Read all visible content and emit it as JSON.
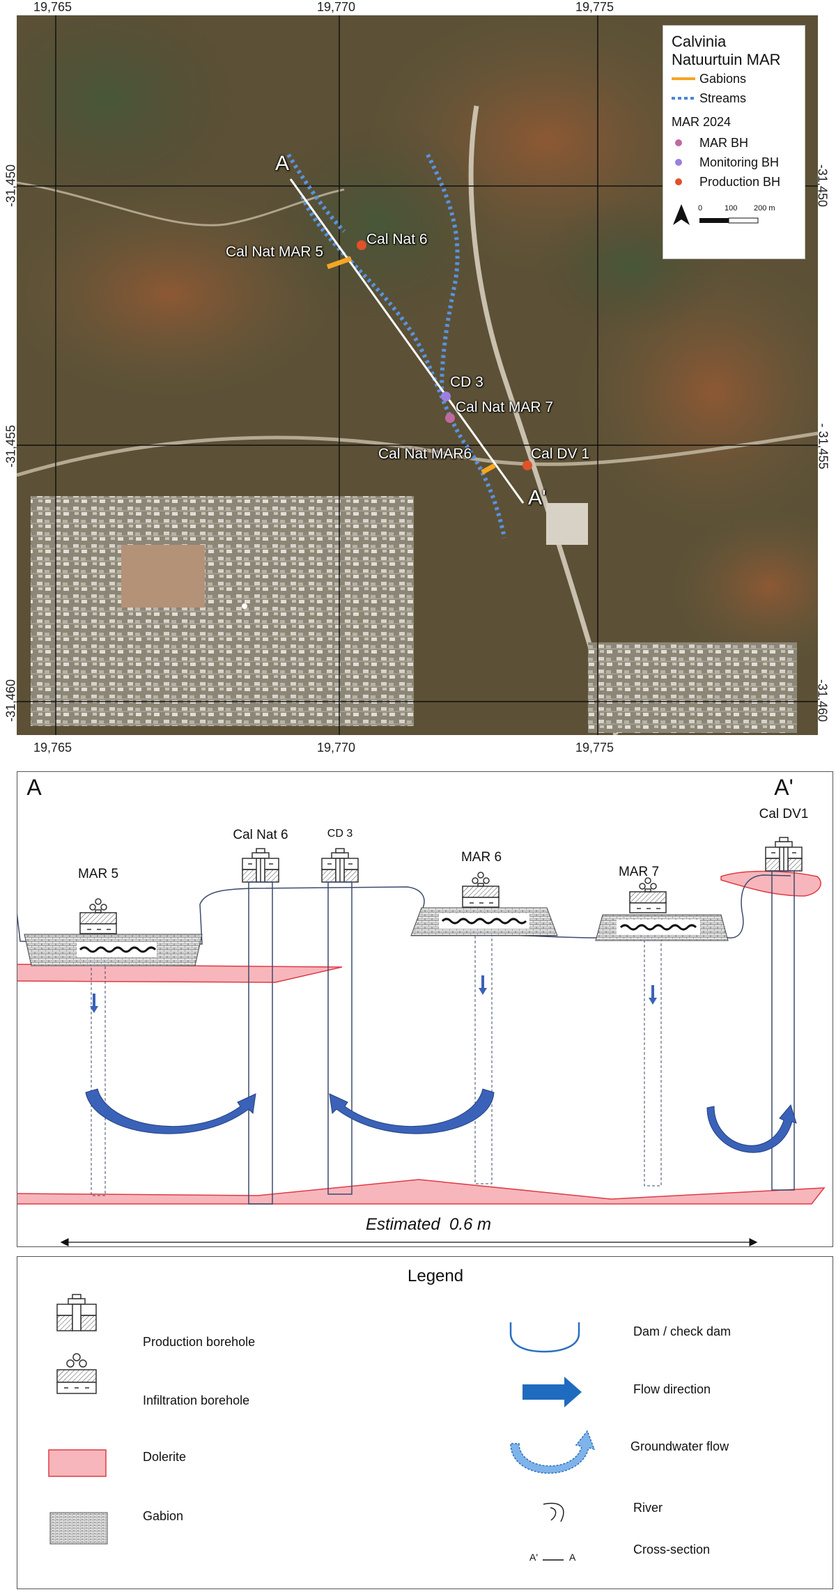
{
  "map": {
    "top_x_ticks": [
      "19,765",
      "19,770",
      "19,775"
    ],
    "bottom_x_ticks": [
      "19,765",
      "19,770",
      "19,775"
    ],
    "left_y_ticks": [
      "-31,450",
      "-31,455",
      "-31,460"
    ],
    "right_y_ticks": [
      "-31,450",
      "- 31,455",
      "-31,460"
    ],
    "section_start": "A",
    "section_end": "A'",
    "sites": [
      {
        "label": "Cal Nat 6",
        "kind": "production"
      },
      {
        "label": "Cal Nat MAR 5",
        "kind": "gabion"
      },
      {
        "label": "CD 3",
        "kind": "monitoring"
      },
      {
        "label": "Cal Nat MAR 7",
        "kind": "mar"
      },
      {
        "label": "Cal Nat MAR6",
        "kind": "gabion"
      },
      {
        "label": "Cal DV 1",
        "kind": "production"
      }
    ],
    "legend": {
      "title_line1": "Calvinia",
      "title_line2": "Natuurtuin MAR",
      "gabions": "Gabions",
      "streams": "Streams",
      "group_header": "MAR 2024",
      "mar_bh": "MAR BH",
      "monitoring_bh": "Monitoring BH",
      "production_bh": "Production BH",
      "scale_0": "0",
      "scale_100": "100",
      "scale_200": "200 m"
    },
    "colors": {
      "gabion": "#f5a623",
      "stream": "#4a86d6",
      "mar_bh": "#c06aa0",
      "monitoring_bh": "#9b7fe0",
      "production_bh": "#e0522a"
    }
  },
  "cross_section": {
    "corner_left": "A",
    "corner_right": "A'",
    "labels": {
      "mar5": "MAR 5",
      "calnat6": "Cal Nat 6",
      "cd3": "CD 3",
      "mar6": "MAR 6",
      "mar7": "MAR 7",
      "caldv1": "Cal DV1"
    },
    "estimate": "Estimated  0.6 m",
    "colors": {
      "dolerite_fill": "#f7b6bb",
      "dolerite_line": "#e03a45",
      "flow": "#3a62b8",
      "ground": "#3b4a6e"
    }
  },
  "legend": {
    "title": "Legend",
    "production_borehole": "Production borehole",
    "infiltration_borehole": "Infiltration borehole",
    "dolerite": "Dolerite",
    "gabion": "Gabion",
    "dam": "Dam / check dam",
    "flow_direction": "Flow direction",
    "groundwater_flow": "Groundwater flow",
    "river": "River",
    "cross_section": "Cross-section",
    "cs_left": "A'",
    "cs_right": "A"
  }
}
